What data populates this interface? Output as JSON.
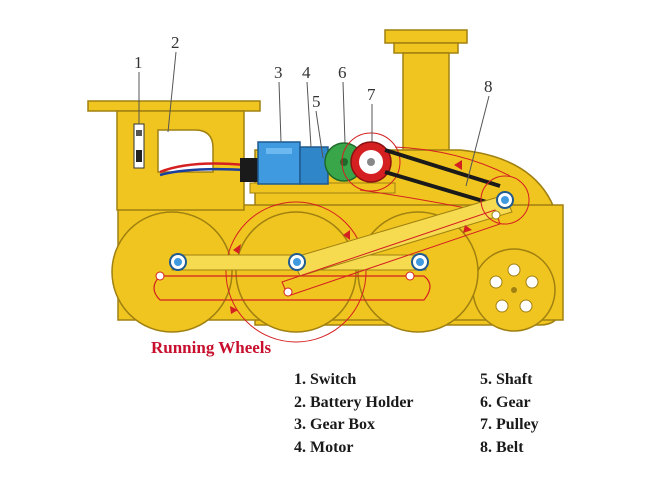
{
  "diagram": {
    "callouts": [
      {
        "id": "c1",
        "text": "1"
      },
      {
        "id": "c2",
        "text": "2"
      },
      {
        "id": "c3",
        "text": "3"
      },
      {
        "id": "c4",
        "text": "4"
      },
      {
        "id": "c5",
        "text": "5"
      },
      {
        "id": "c6",
        "text": "6"
      },
      {
        "id": "c7",
        "text": "7"
      },
      {
        "id": "c8",
        "text": "8"
      }
    ],
    "caption": "Running Wheels",
    "legend": {
      "left": [
        "1. Switch",
        "2. Battery Holder",
        "3. Gear Box",
        "4. Motor"
      ],
      "right": [
        "5. Shaft",
        "6. Gear",
        "7. Pulley",
        "8. Belt"
      ]
    },
    "colors": {
      "body_yellow": "#f0c520",
      "outline": "#a08010",
      "accent_red": "#d42020",
      "motor_blue": "#3f9ae0",
      "gear_green": "#3aa64a",
      "rod_yellow": "#f6db50"
    }
  }
}
